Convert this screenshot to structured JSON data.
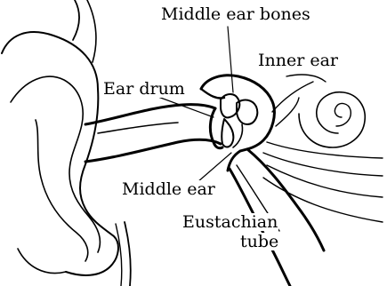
{
  "labels": {
    "middle_ear_bones": "Middle ear bones",
    "inner_ear": "Inner ear",
    "ear_drum": "Ear drum",
    "middle_ear": "Middle ear",
    "eustachian_line1": "Eustachian",
    "eustachian_line2": "tube"
  },
  "colors": {
    "ink": "#000000",
    "background": "#ffffff"
  }
}
